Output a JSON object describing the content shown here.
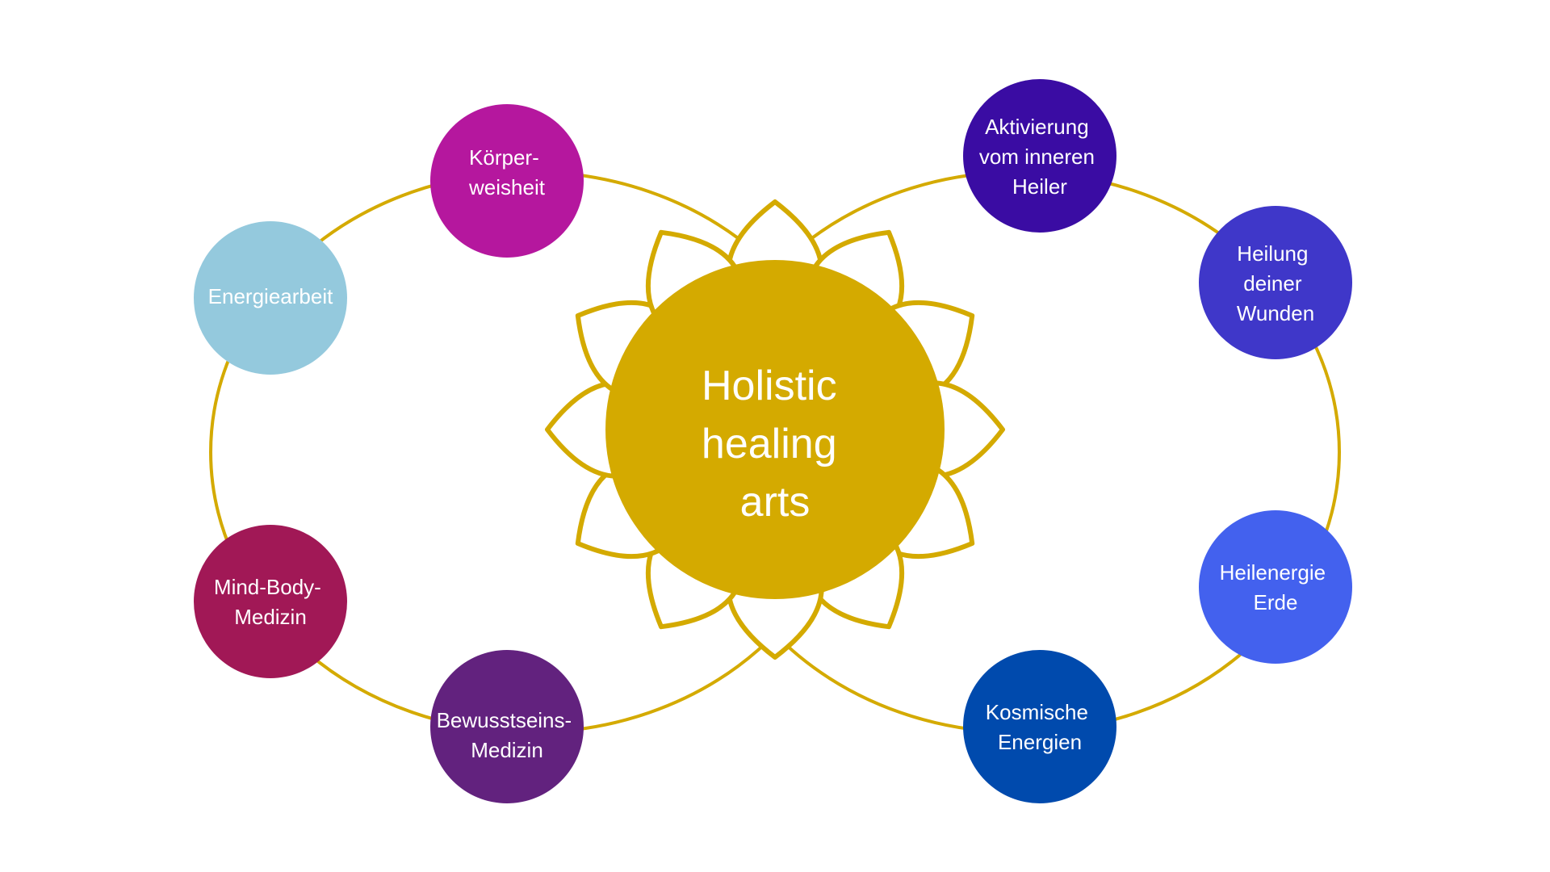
{
  "center": {
    "label_lines": [
      "Holistic",
      "healing",
      "arts"
    ],
    "color": "#D4AA00"
  },
  "ring_color": "#D4AA00",
  "nodes": [
    {
      "id": "koerperweisheit",
      "lines": [
        "Körper-",
        "weisheit"
      ],
      "color": "#B5179E"
    },
    {
      "id": "energiearbeit",
      "lines": [
        "Energiearbeit"
      ],
      "color": "#94C9DD"
    },
    {
      "id": "mind-body-medizin",
      "lines": [
        "Mind-Body-",
        "Medizin"
      ],
      "color": "#A11856"
    },
    {
      "id": "bewusstseins-medizin",
      "lines": [
        "Bewusstseins-",
        "Medizin"
      ],
      "color": "#62227E"
    },
    {
      "id": "aktivierung-innerer-heiler",
      "lines": [
        "Aktivierung",
        "vom inneren",
        "Heiler"
      ],
      "color": "#3A0CA3"
    },
    {
      "id": "heilung-deiner-wunden",
      "lines": [
        "Heilung",
        "deiner",
        "Wunden"
      ],
      "color": "#3F37C9"
    },
    {
      "id": "heilenergie-erde",
      "lines": [
        "Heilenergie",
        "Erde"
      ],
      "color": "#4361EE"
    },
    {
      "id": "kosmische-energien",
      "lines": [
        "Kosmische",
        "Energien"
      ],
      "color": "#004AAD"
    }
  ]
}
